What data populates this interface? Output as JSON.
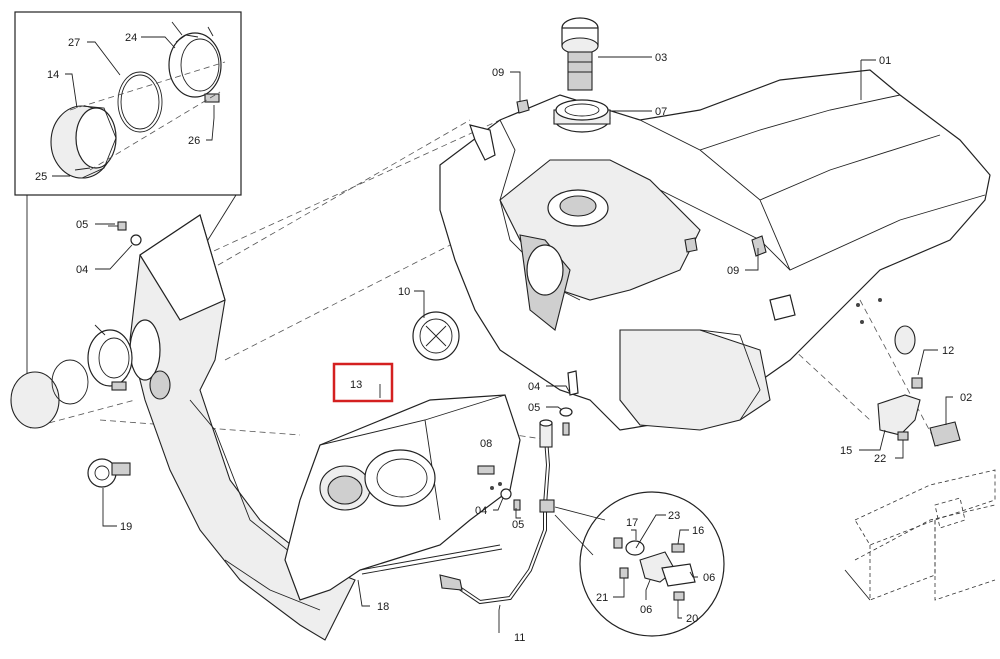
{
  "highlight_color": "#d42020",
  "callouts": {
    "c01": "01",
    "c02": "02",
    "c03": "03",
    "c04a": "04",
    "c04b": "04",
    "c04c": "04",
    "c05a": "05",
    "c05b": "05",
    "c05c": "05",
    "c06a": "06",
    "c06b": "06",
    "c07": "07",
    "c08": "08",
    "c09a": "09",
    "c09b": "09",
    "c10": "10",
    "c11": "11",
    "c12": "12",
    "c13": "13",
    "c14": "14",
    "c15": "15",
    "c16": "16",
    "c17": "17",
    "c18": "18",
    "c19": "19",
    "c20": "20",
    "c21": "21",
    "c22": "22",
    "c23": "23",
    "c24": "24",
    "c25": "25",
    "c26": "26",
    "c27": "27"
  },
  "highlighted_part": "13"
}
